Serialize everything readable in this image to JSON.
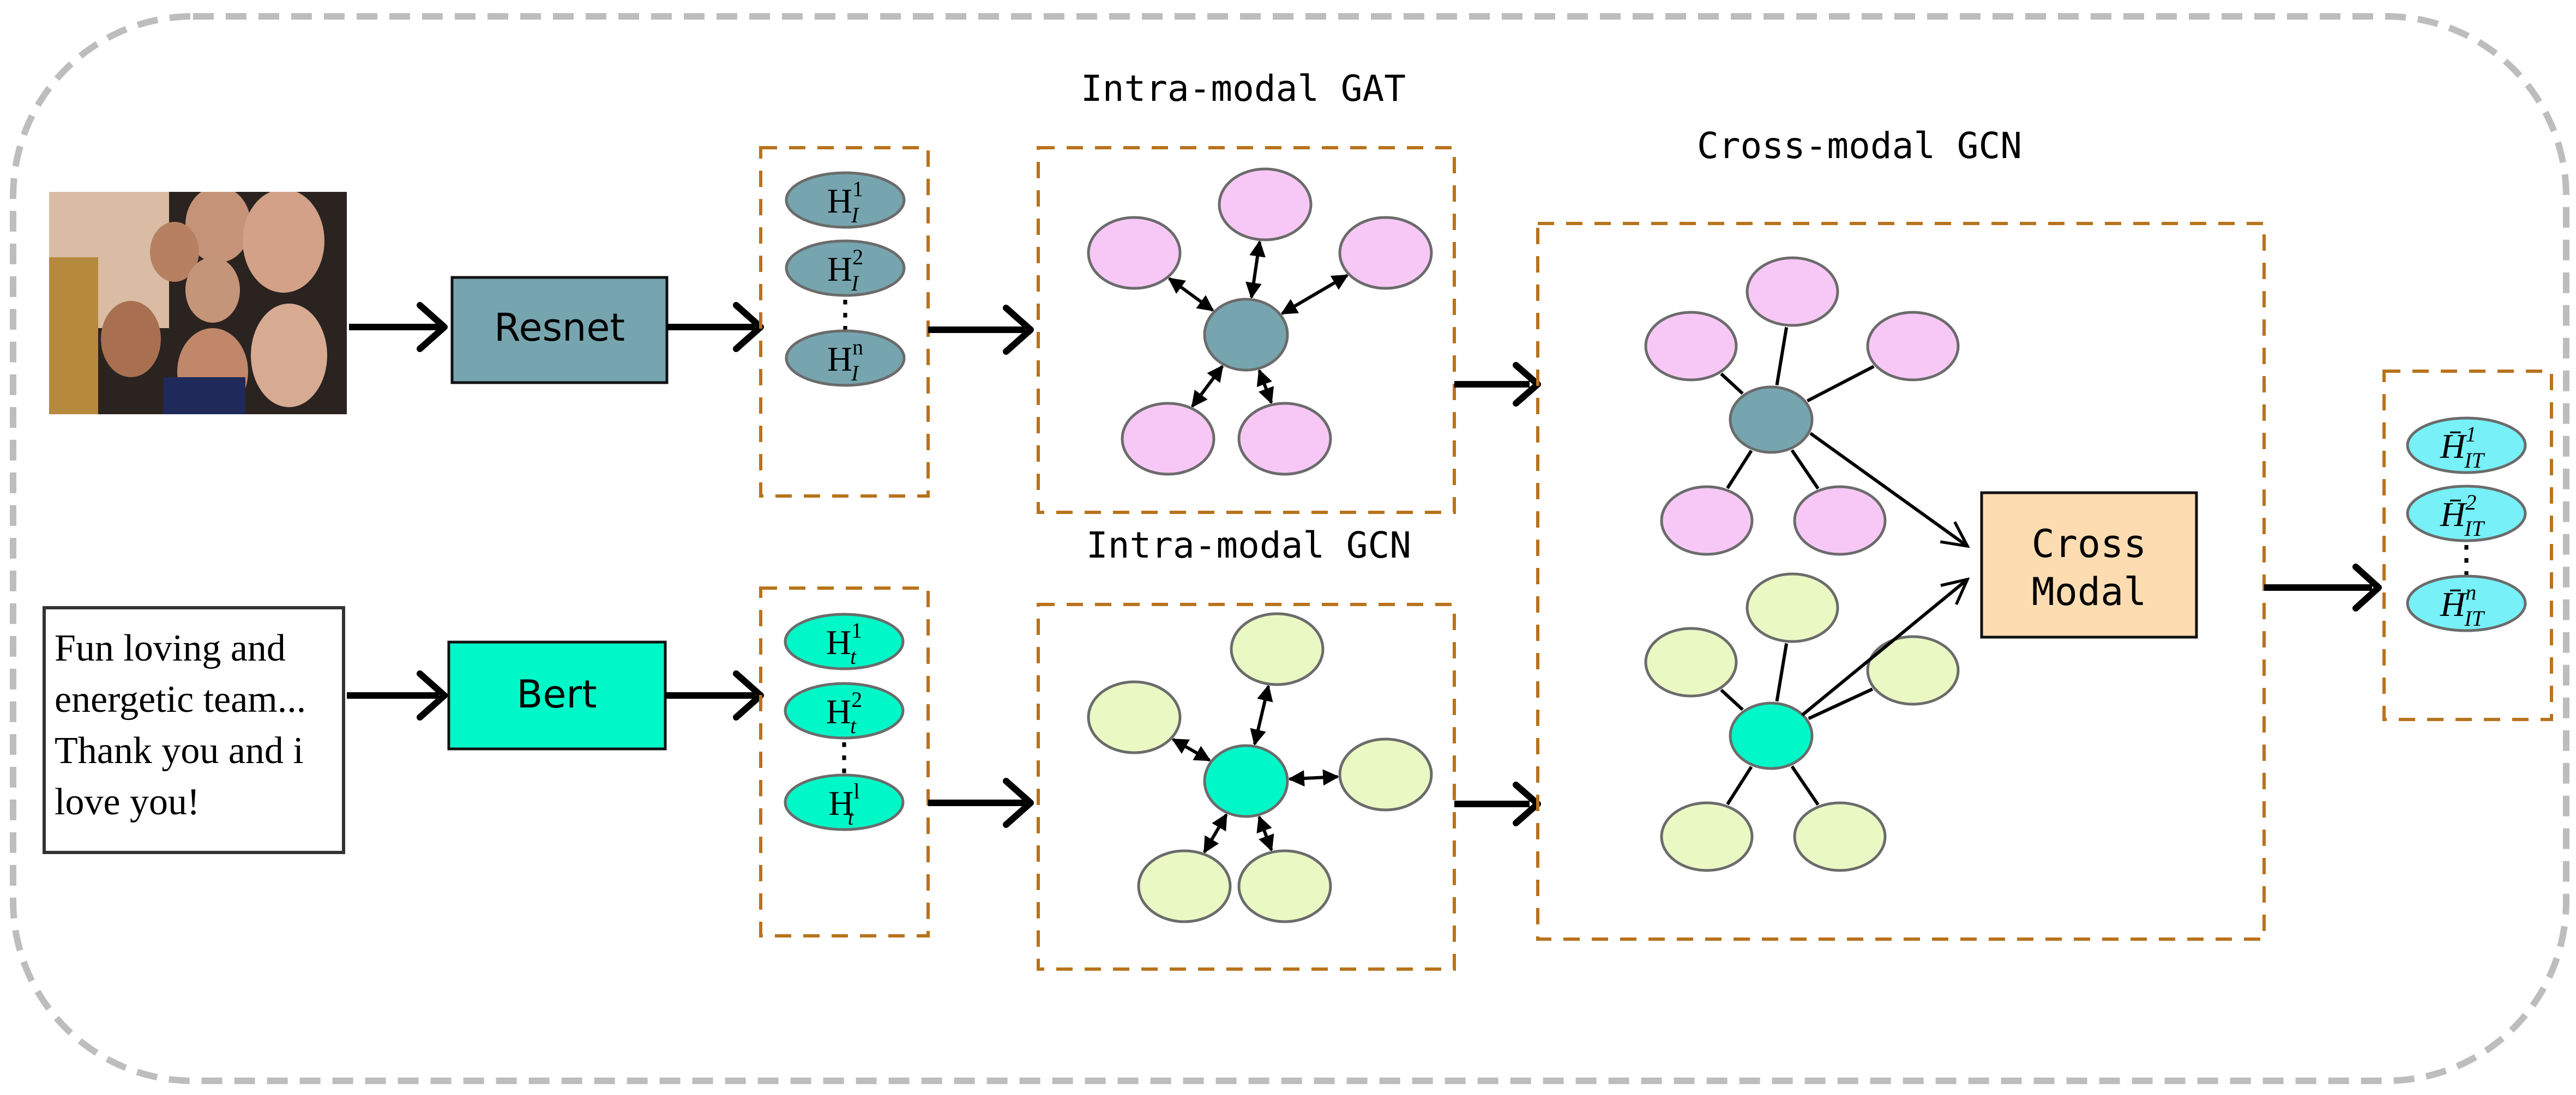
{
  "titles": {
    "intra_gat": "Intra-modal GAT",
    "intra_gcn": "Intra-modal GCN",
    "cross_gcn": "Cross-modal GCN"
  },
  "image_branch": {
    "input_image_description": "group selfie photo",
    "encoder_label": "Resnet",
    "features": [
      {
        "main": "H",
        "sup": "1",
        "sub": "I"
      },
      {
        "main": "H",
        "sup": "2",
        "sub": "I"
      },
      {
        "main": "H",
        "sup": "n",
        "sub": "I"
      }
    ],
    "ellipsis": "⋮"
  },
  "text_branch": {
    "input_text_lines": [
      "Fun loving and",
      "energetic team...",
      "Thank you and i",
      "love you!"
    ],
    "encoder_label": "Bert",
    "features": [
      {
        "main": "H",
        "sup": "1",
        "sub": "t"
      },
      {
        "main": "H",
        "sup": "2",
        "sub": "t"
      },
      {
        "main": "H",
        "sup": "l",
        "sub": "t"
      }
    ],
    "ellipsis": "⋮"
  },
  "fusion": {
    "label_line1": "Cross",
    "label_line2": "Modal"
  },
  "output": {
    "features": [
      {
        "main": "H̄",
        "sup": "1",
        "sub": "IT"
      },
      {
        "main": "H̄",
        "sup": "2",
        "sub": "IT"
      },
      {
        "main": "H̄",
        "sup": "n",
        "sub": "IT"
      }
    ],
    "ellipsis": "⋮"
  },
  "colors": {
    "image_node": "#76a5af",
    "text_node": "#00f8c8",
    "image_neighbor": "#f7c8f6",
    "text_neighbor": "#eaf8c4",
    "cross_modal_fill": "#fddcb2",
    "output_node": "#77f0f8",
    "dashed_box": "#b8731c",
    "outer_border": "#bdbdbd"
  }
}
